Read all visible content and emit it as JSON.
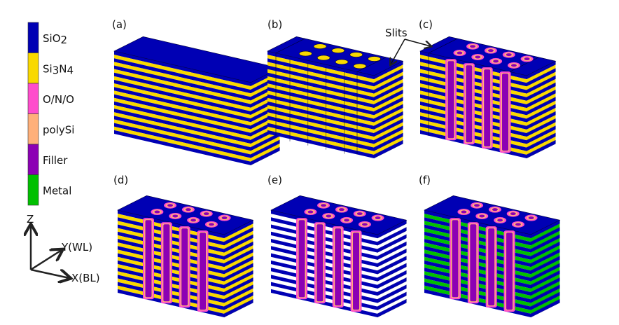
{
  "legend": [
    {
      "label": "SiO",
      "sub": "2",
      "color": "#0000b4"
    },
    {
      "label": "Si",
      "sub": "3",
      "label2": "N",
      "sub2": "4",
      "color": "#f9d900"
    },
    {
      "label": "O/N/O",
      "color": "#ff4dcc"
    },
    {
      "label": "polySi",
      "color": "#ffb07a"
    },
    {
      "label": "Filler",
      "color": "#8c00b4"
    },
    {
      "label": "Metal",
      "color": "#00c000"
    }
  ],
  "axes": {
    "z": "Z",
    "y": "Y(WL)",
    "x": "X(BL)"
  },
  "panels": [
    {
      "label": "(a)",
      "stage": "stack"
    },
    {
      "label": "(b)",
      "stage": "holes"
    },
    {
      "label": "(c)",
      "stage": "channels"
    },
    {
      "label": "(d)",
      "stage": "channels"
    },
    {
      "label": "(e)",
      "stage": "removed"
    },
    {
      "label": "(f)",
      "stage": "metal"
    }
  ],
  "annotation": "Slits"
}
